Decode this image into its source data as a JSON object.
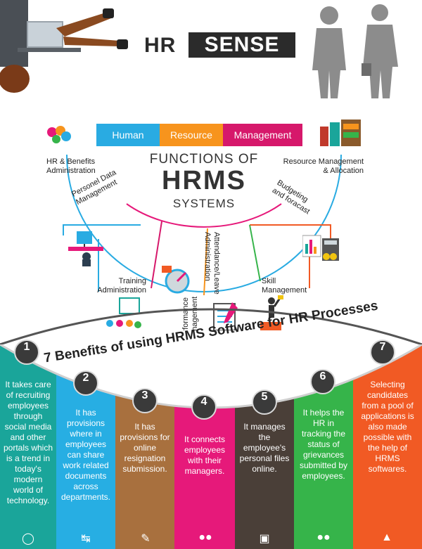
{
  "brand": {
    "hr": "HR",
    "sense": "SENSE"
  },
  "tabs": [
    {
      "label": "Human",
      "color": "#29abe2"
    },
    {
      "label": "Resource",
      "color": "#f7941d"
    },
    {
      "label": "Management",
      "color": "#d6186b"
    }
  ],
  "title": {
    "line1": "FUNCTIONS OF",
    "line2": "HRMS",
    "line3": "SYSTEMS"
  },
  "functions": [
    {
      "label": "HR & Benefits Administration"
    },
    {
      "label": "Resource Management & Allocation"
    },
    {
      "label": "Personel Data Management"
    },
    {
      "label": "Budgeting and foracast"
    },
    {
      "label": "Attendance/Leave Administration"
    },
    {
      "label": "Training Administration"
    },
    {
      "label": "Performance Management"
    },
    {
      "label": "Skill Management"
    }
  ],
  "benefits_title": "7 Benefits of using HRMS Software for HR Processes",
  "benefits": [
    {
      "num": "1",
      "color": "#1aa59a",
      "text": "It takes care of recruiting employees through social media and other portals which is a trend in today's modern world of technology."
    },
    {
      "num": "2",
      "color": "#27aee3",
      "text": "It has provisions where in employees can share work related documents across departments."
    },
    {
      "num": "3",
      "color": "#a8703e",
      "text": "It has provisions for online resignation submission."
    },
    {
      "num": "4",
      "color": "#e6197a",
      "text": "It connects employees with their managers."
    },
    {
      "num": "5",
      "color": "#4a3f38",
      "text": "It manages the employee's personal files online."
    },
    {
      "num": "6",
      "color": "#36b44a",
      "text": "It helps the HR in tracking the status of grievances submitted by employees."
    },
    {
      "num": "7",
      "color": "#f15a24",
      "text": "Selecting candidates from a pool of applications is also made possible with the help of HRMS softwares."
    }
  ],
  "icons": [
    "person-icon",
    "share-icon",
    "form-icon",
    "team-icon",
    "folder-icon",
    "group-icon",
    "hierarchy-icon"
  ]
}
